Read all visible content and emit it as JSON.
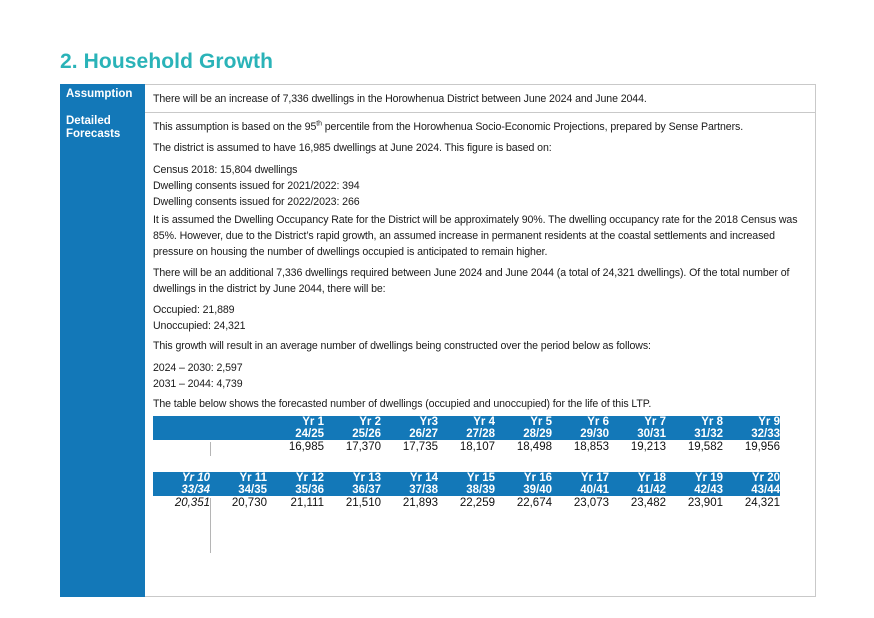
{
  "heading": "2. Household Growth",
  "labels": {
    "assumption": "Assumption",
    "detailed": "Detailed",
    "forecasts": "Forecasts"
  },
  "assumption_text": "There will be an increase of 7,336 dwellings in the Horowhenua District between June 2024 and June 2044.",
  "p1_before": "This assumption is based on the 95",
  "p1_sup": "th",
  "p1_after": " percentile from the Horowhenua Socio-Economic Projections, prepared by Sense Partners.",
  "p2": "The district is assumed to have 16,985 dwellings at June 2024. This figure is based on:",
  "basis": [
    "Census 2018: 15,804 dwellings",
    "Dwelling consents issued for 2021/2022: 394",
    "Dwelling consents issued for 2022/2023: 266"
  ],
  "p3": "It is assumed the Dwelling Occupancy Rate for the District will be approximately 90%. The dwelling occupancy rate for the 2018 Census was 85%. However, due to the District’s rapid growth, an assumed increase in permanent residents at the coastal settlements and increased pressure on housing the number of dwellings occupied is anticipated to remain higher.",
  "p4": "There will be an additional 7,336 dwellings required between June 2024 and June 2044 (a total of 24,321 dwellings). Of the total number of dwellings in the district by June 2044, there will be:",
  "occupancy": [
    "Occupied: 21,889",
    "Unoccupied: 24,321"
  ],
  "p5": "This growth will result in an average number of dwellings being constructed over the period below as follows:",
  "rates": [
    "2024 – 2030: 2,597",
    "2031 – 2044: 4,739"
  ],
  "p6": "The table below shows the forecasted number of dwellings (occupied and unoccupied) for the life of this LTP.",
  "table1": {
    "years": [
      "Yr 1",
      "Yr 2",
      "Yr3",
      "Yr 4",
      "Yr 5",
      "Yr 6",
      "Yr 7",
      "Yr 8",
      "Yr 9"
    ],
    "periods": [
      "24/25",
      "25/26",
      "26/27",
      "27/28",
      "28/29",
      "29/30",
      "30/31",
      "31/32",
      "32/33"
    ],
    "values": [
      "16,985",
      "17,370",
      "17,735",
      "18,107",
      "18,498",
      "18,853",
      "19,213",
      "19,582",
      "19,956"
    ]
  },
  "table2": {
    "years": [
      "Yr 10",
      "Yr 11",
      "Yr 12",
      "Yr 13",
      "Yr 14",
      "Yr 15",
      "Yr 16",
      "Yr 17",
      "Yr 18",
      "Yr 19",
      "Yr 20"
    ],
    "periods": [
      "33/34",
      "34/35",
      "35/36",
      "36/37",
      "37/38",
      "38/39",
      "39/40",
      "40/41",
      "41/42",
      "42/43",
      "43/44"
    ],
    "values": [
      "20,351",
      "20,730",
      "21,111",
      "21,510",
      "21,893",
      "22,259",
      "22,674",
      "23,073",
      "23,482",
      "23,901",
      "24,321"
    ]
  },
  "colors": {
    "heading": "#2ab3b8",
    "sidebar": "#1378b8",
    "table_header": "#1378b8"
  }
}
